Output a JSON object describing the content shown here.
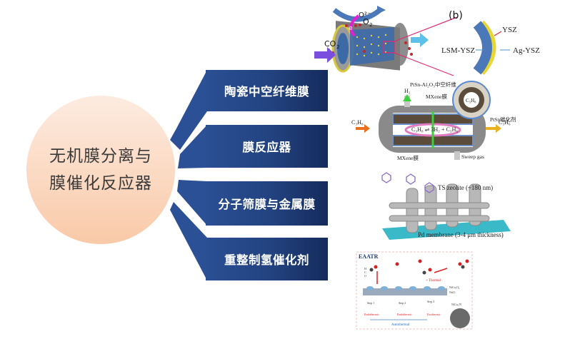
{
  "hub": {
    "line1": "无机膜分离与",
    "line2": "膜催化反应器"
  },
  "branches": [
    {
      "label": "陶瓷中空纤维膜"
    },
    {
      "label": "膜反应器"
    },
    {
      "label": "分子筛膜与金属膜"
    },
    {
      "label": "重整制氢催化剂"
    }
  ],
  "colors": {
    "box_dark": "#152b5c",
    "box_light": "#2a4f93",
    "connector": "#2c5095",
    "hub_top": "#fdebe0",
    "hub_bottom": "#f9c9a8"
  },
  "figures": {
    "hollow_fiber": {
      "panel_label": "(b)",
      "co2": "CO",
      "co2_sub": "2",
      "o2": "O",
      "o2_sub": "2",
      "o2_ion": "O²⁻",
      "electron": "e",
      "layers": [
        "YSZ",
        "LSM-YSZ",
        "Ag-YSZ"
      ]
    },
    "reactor": {
      "fiber_label": "PtSn-Al₂O₃中空纤维",
      "mxene_top": "MXene膜",
      "mxene_bottom": "MXene膜",
      "h2": "H₂",
      "feed": "C₃H₈",
      "product": "C₃H₆",
      "reaction": "C₃H₈ ⇌ 3H₂ + C₃H₆",
      "cross_center": "C₃H₈",
      "catalyst": "PtSn催化剂",
      "sweep": "Sweep gas"
    },
    "zeolite": {
      "ts_label": "TS zeolite (~180 nm)",
      "pd_label": "Pd membrane (3-4 μm thickness)"
    },
    "eaatr": {
      "title": "EAATR",
      "legend": [
        "H",
        "C",
        "O"
      ],
      "thermal": "+ Thermal",
      "surface_labels": [
        "NiCu₃O₄",
        "NaCl",
        "NiCu₃/N"
      ],
      "steps": [
        "Step 1",
        "Step 2",
        "Step 3"
      ],
      "endo1": "Endothermic",
      "endo2": "Endothermic",
      "exo": "Exothermic",
      "auto": "Autothermal"
    }
  }
}
